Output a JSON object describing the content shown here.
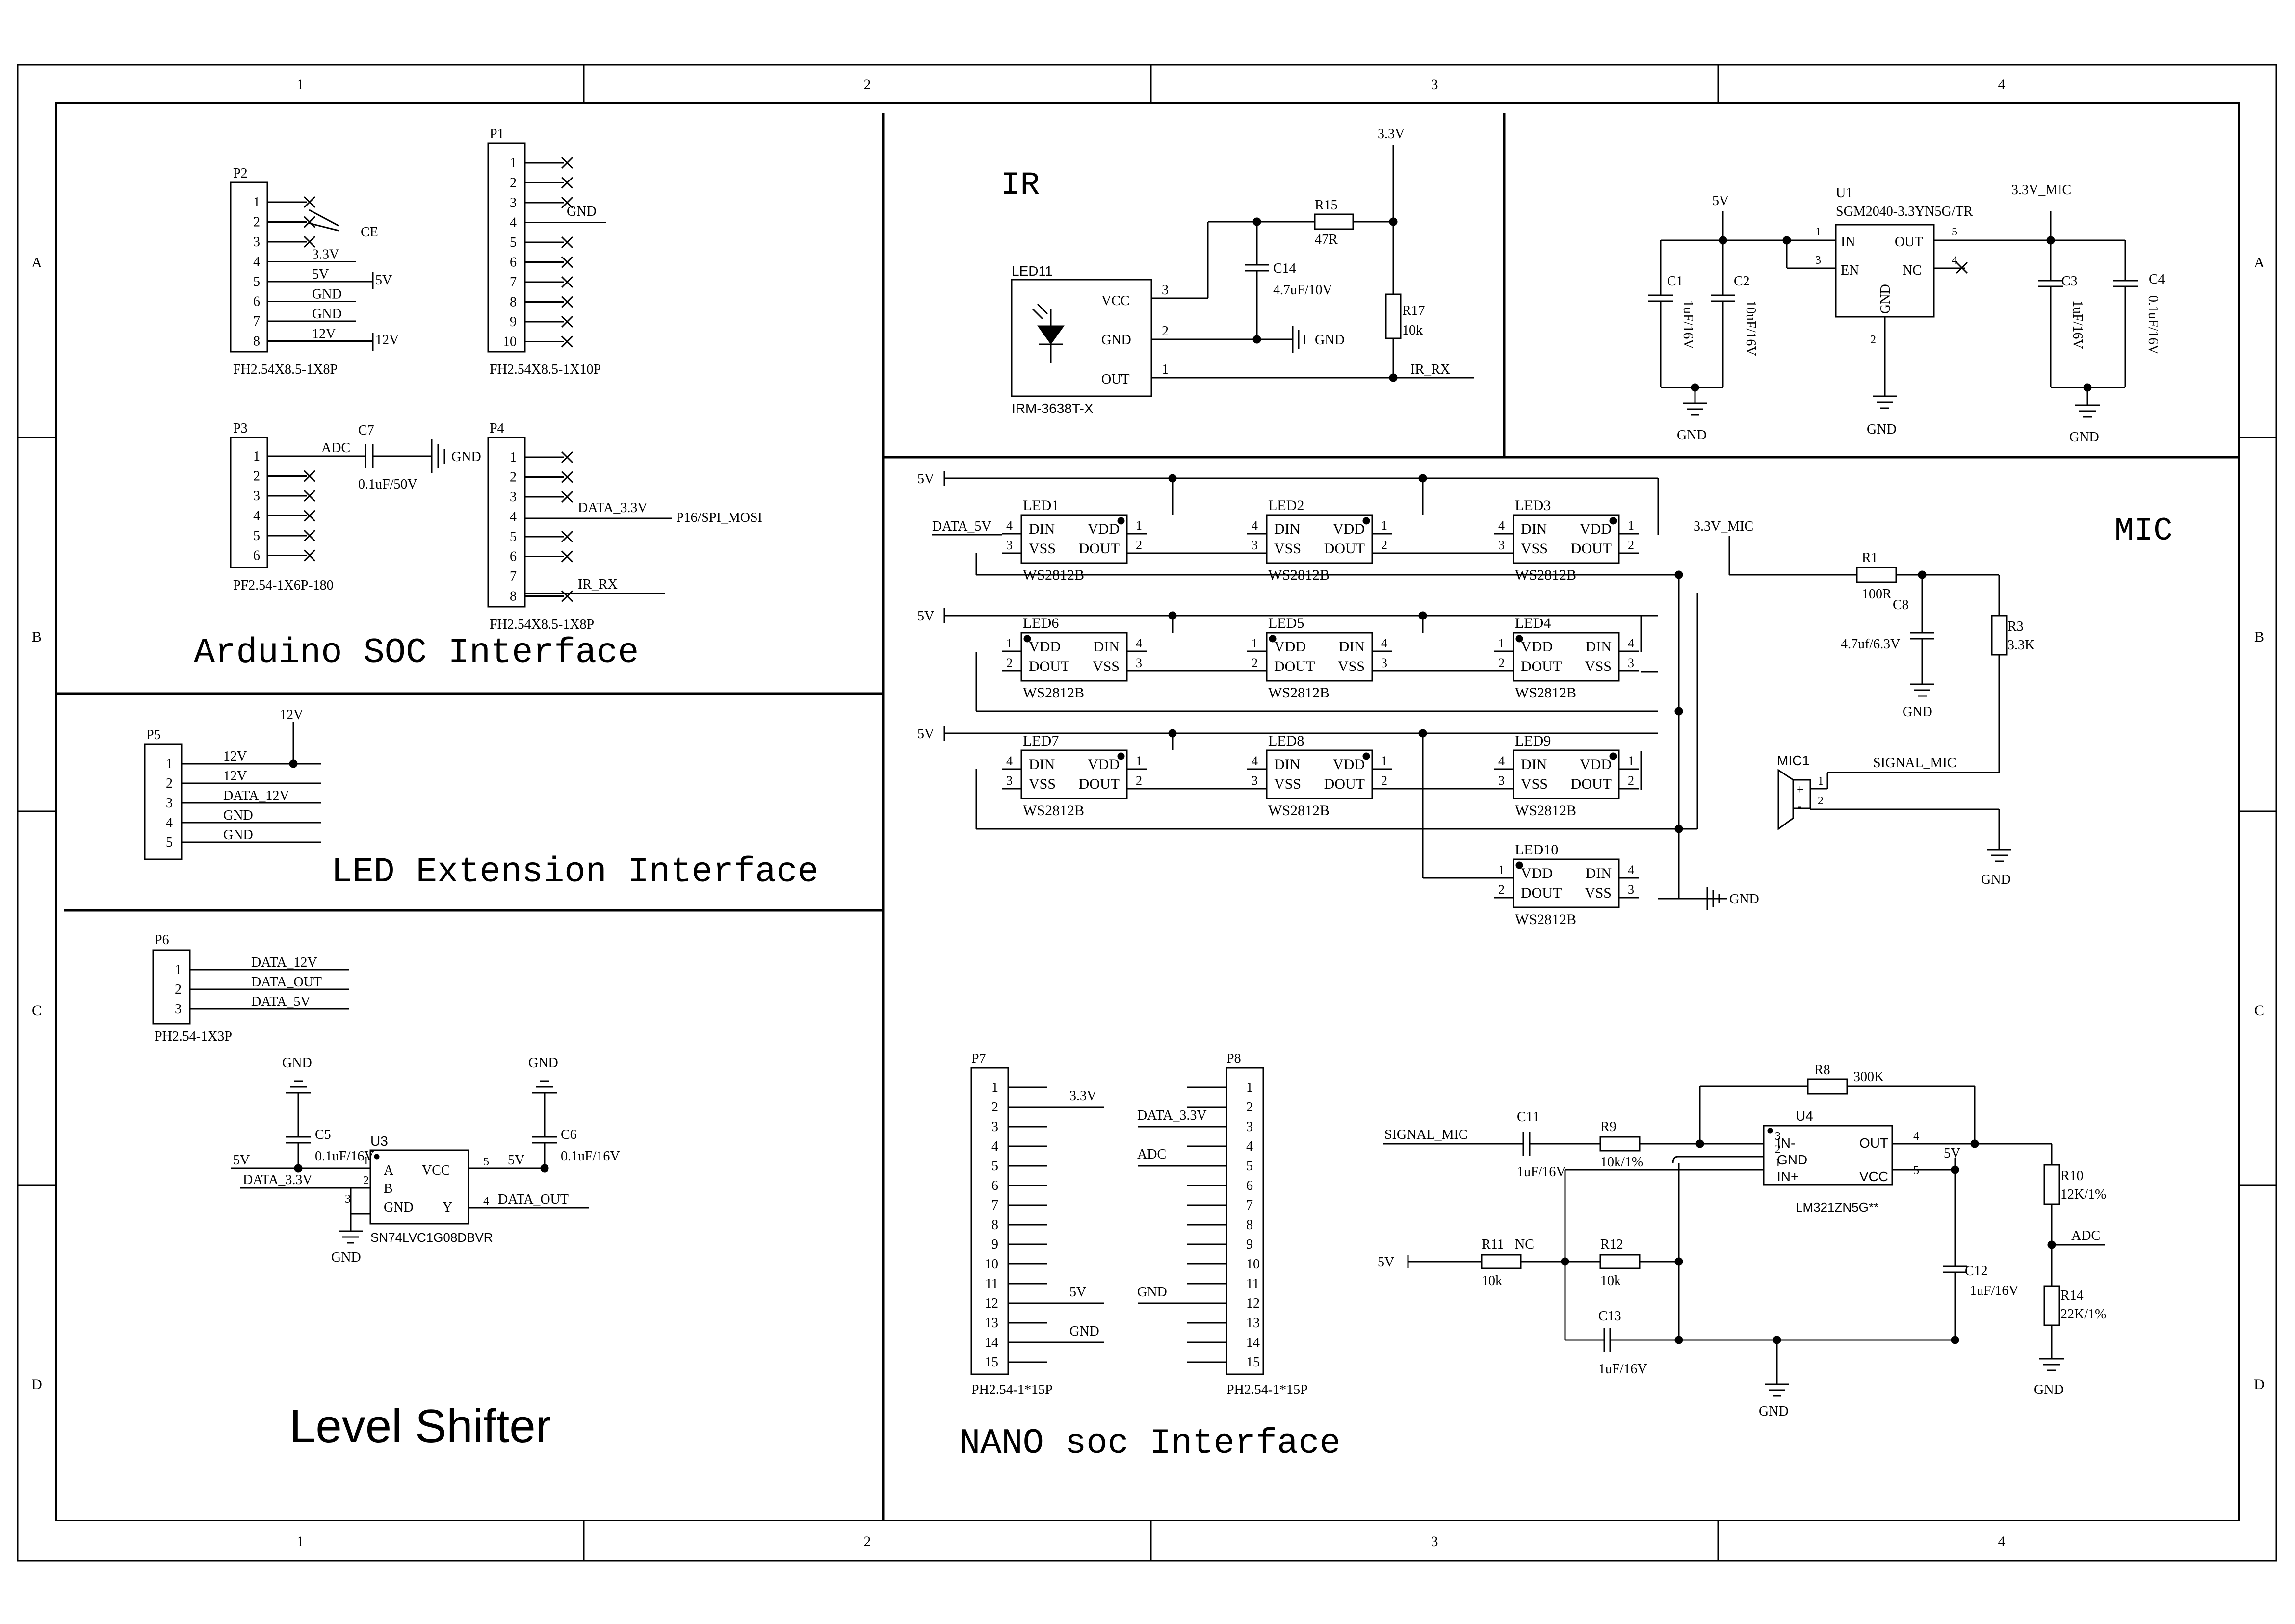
{
  "frame": {
    "col_labels": [
      "1",
      "2",
      "3",
      "4"
    ],
    "row_labels": [
      "A",
      "B",
      "C",
      "D"
    ]
  },
  "sections": {
    "arduino": "Arduino SOC Interface",
    "led_ext": "LED Extension Interface",
    "level": "Level Shifter",
    "ir": "IR",
    "mic": "MIC",
    "nano": "NANO soc Interface"
  },
  "p2": {
    "ref": "P2",
    "part": "FH2.54X8.5-1X8P",
    "pins": [
      "1",
      "2",
      "3",
      "4",
      "5",
      "6",
      "7",
      "8"
    ],
    "nets": [
      "",
      "",
      "",
      "3.3V",
      "5V",
      "GND",
      "GND",
      "12V"
    ],
    "ce": "CE",
    "power_5v": "5V",
    "power_12v": "12V"
  },
  "p1": {
    "ref": "P1",
    "part": "FH2.54X8.5-1X10P",
    "pins": [
      "1",
      "2",
      "3",
      "4",
      "5",
      "6",
      "7",
      "8",
      "9",
      "10"
    ],
    "gnd": "GND"
  },
  "p3": {
    "ref": "P3",
    "part": "PF2.54-1X6P-180",
    "pins": [
      "1",
      "2",
      "3",
      "4",
      "5",
      "6"
    ],
    "adc": "ADC"
  },
  "c7": {
    "ref": "C7",
    "val": "0.1uF/50V",
    "gnd": "GND"
  },
  "p4": {
    "ref": "P4",
    "part": "FH2.54X8.5-1X8P",
    "pins": [
      "1",
      "2",
      "3",
      "4",
      "5",
      "6",
      "7",
      "8"
    ],
    "data": "DATA_3.3V",
    "spi": "P16/SPI_MOSI",
    "irrx": "IR_RX"
  },
  "p5": {
    "ref": "P5",
    "pins": [
      "1",
      "2",
      "3",
      "4",
      "5"
    ],
    "nets": [
      "12V",
      "12V",
      "DATA_12V",
      "GND",
      "GND"
    ],
    "pwr": "12V"
  },
  "p6": {
    "ref": "P6",
    "part": "PH2.54-1X3P",
    "pins": [
      "1",
      "2",
      "3"
    ],
    "nets": [
      "DATA_12V",
      "DATA_OUT",
      "DATA_5V"
    ]
  },
  "u3": {
    "ref": "U3",
    "part": "SN74LVC1G08DBVR",
    "a": "A",
    "b": "B",
    "gnd": "GND",
    "vcc": "VCC",
    "y": "Y",
    "p1": "1",
    "p2": "2",
    "p3": "3",
    "p4": "4",
    "p5": "5",
    "net_5v": "5V",
    "net_in": "DATA_3.3V",
    "net_out": "DATA_OUT",
    "gnd_label": "GND"
  },
  "c5": {
    "ref": "C5",
    "val": "0.1uF/16V",
    "gnd": "GND"
  },
  "c6": {
    "ref": "C6",
    "val": "0.1uF/16V",
    "gnd": "GND",
    "net": "5V"
  },
  "ir": {
    "led_ref": "LED11",
    "part": "IRM-3638T-X",
    "vcc": "VCC",
    "gnd": "GND",
    "out": "OUT",
    "p3": "3",
    "p2": "2",
    "p1": "1",
    "r15": "R15",
    "r15v": "47R",
    "c14": "C14",
    "c14v": "4.7uF/10V",
    "r17": "R17",
    "r17v": "10k",
    "rail": "3.3V",
    "gnd_label": "GND",
    "irrx": "IR_RX"
  },
  "reg": {
    "u1": "U1",
    "part": "SGM2040-3.3YN5G/TR",
    "in": "IN",
    "en": "EN",
    "out": "OUT",
    "nc": "NC",
    "gnd": "GND",
    "p1": "1",
    "p2": "2",
    "p3": "3",
    "p4": "4",
    "p5": "5",
    "c1": "C1",
    "c1v": "1uF/16V",
    "c2": "C2",
    "c2v": "10uF/16V",
    "c3": "C3",
    "c3v": "1uF/16V",
    "c4": "C4",
    "c4v": "0.1uF/16V",
    "v5": "5V",
    "v33": "3.3V_MIC",
    "gnd_label": "GND"
  },
  "leds": {
    "part": "WS2812B",
    "rail": "5V",
    "data_in": "DATA_5V",
    "gnd": "GND",
    "din": "DIN",
    "dout": "DOUT",
    "vdd": "VDD",
    "vss": "VSS",
    "refs": [
      "LED1",
      "LED2",
      "LED3",
      "LED6",
      "LED5",
      "LED4",
      "LED7",
      "LED8",
      "LED9",
      "LED10"
    ],
    "pins": [
      "1",
      "2",
      "3",
      "4"
    ]
  },
  "mic": {
    "rail": "3.3V_MIC",
    "r1": "R1",
    "r1v": "100R",
    "c8": "C8",
    "c8v": "4.7uf/6.3V",
    "r3": "R3",
    "r3v": "3.3K",
    "mic": "MIC1",
    "sig": "SIGNAL_MIC",
    "gnd": "GND",
    "plus": "+",
    "minus": "-",
    "p1": "1",
    "p2": "2"
  },
  "p7": {
    "ref": "P7",
    "part": "PH2.54-1*15P",
    "pins": [
      "1",
      "2",
      "3",
      "4",
      "5",
      "6",
      "7",
      "8",
      "9",
      "10",
      "11",
      "12",
      "13",
      "14",
      "15"
    ],
    "v33": "3.3V",
    "v5": "5V",
    "gnd": "GND"
  },
  "p8": {
    "ref": "P8",
    "part": "PH2.54-1*15P",
    "pins": [
      "1",
      "2",
      "3",
      "4",
      "5",
      "6",
      "7",
      "8",
      "9",
      "10",
      "11",
      "12",
      "13",
      "14",
      "15"
    ],
    "data": "DATA_3.3V",
    "adc": "ADC",
    "gnd": "GND"
  },
  "amp": {
    "u4": "U4",
    "part": "LM321ZN5G**",
    "inm": "IN-",
    "gnd": "GND",
    "inp": "IN+",
    "out": "OUT",
    "vcc": "VCC",
    "p1": "1",
    "p2": "2",
    "p3": "3",
    "p4": "4",
    "p5": "5",
    "r8": "R8",
    "r8v": "300K",
    "c11": "C11",
    "c11v": "1uF/16V",
    "r9": "R9",
    "r9v": "10k/1%",
    "r10": "R10",
    "r10v": "12K/1%",
    "r14": "R14",
    "r14v": "22K/1%",
    "r11": "R11",
    "r11nc": "NC",
    "r11v": "10k",
    "r12": "R12",
    "r12v": "10k",
    "c13": "C13",
    "c13v": "1uF/16V",
    "c12": "C12",
    "c12v": "1uF/16V",
    "sig": "SIGNAL_MIC",
    "v5": "5V",
    "v5b": "5V",
    "adc": "ADC",
    "gnd1": "GND",
    "gnd2": "GND"
  }
}
